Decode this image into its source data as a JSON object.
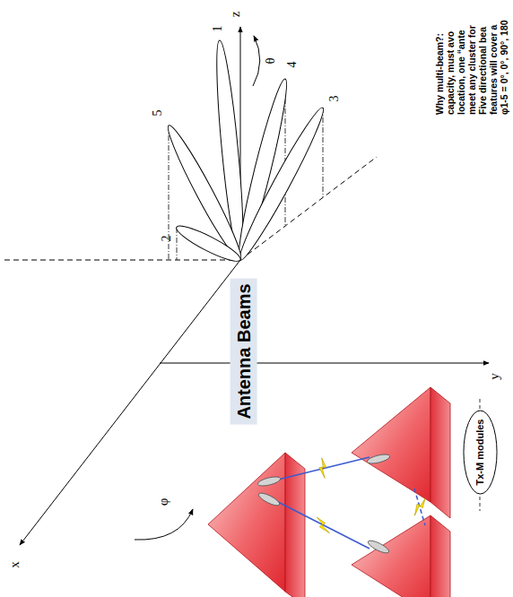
{
  "diagram": {
    "nodes": [
      {
        "text": [
          "Antenna Beams"
        ]
      },
      {
        "text": [
          "Tx-M modules"
        ]
      }
    ],
    "labels": [
      "z",
      "θ",
      "1",
      "4",
      "3",
      "5",
      "2",
      "y",
      "x",
      "φ",
      "Why multi-beam?:",
      "capacity, must avo",
      "location, one “ante",
      "meet any cluster for",
      "Five directional bea",
      "features will cover a",
      "φ1-5 = 0°, 0°, 90°, 180"
    ]
  }
}
